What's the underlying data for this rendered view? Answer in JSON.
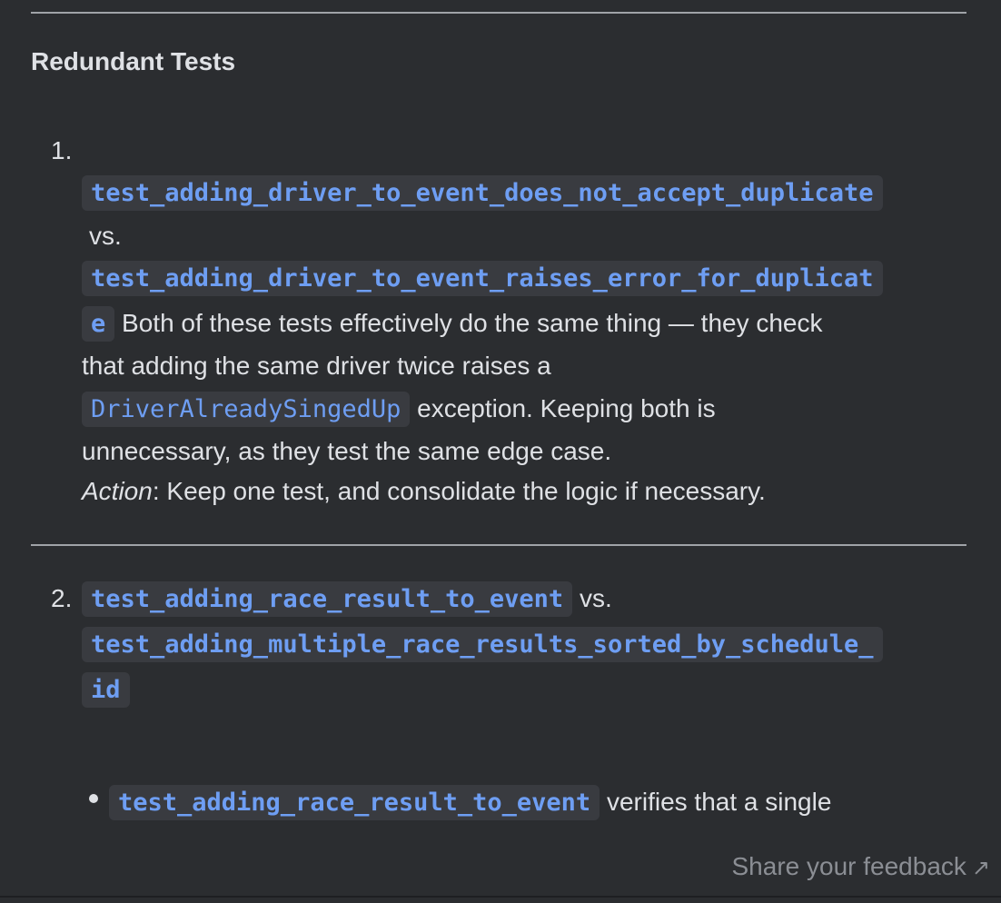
{
  "section": {
    "title": "Redundant Tests"
  },
  "items": [
    {
      "number": "1.",
      "code_a": "test_adding_driver_to_event_does_not_accept_duplicate",
      "vs": "vs.",
      "code_b_part1": "test_adding_driver_to_event_raises_error_for_duplicat",
      "code_b_part2": "e",
      "desc_line1": " Both of these tests effectively do the same thing — they check",
      "desc_line2": "that adding the same driver twice raises a",
      "exception_code": "DriverAlreadySingedUp",
      "desc_line3_after": " exception. Keeping both is",
      "desc_line4": "unnecessary, as they test the same edge case.",
      "action_label": "Action",
      "action_text": ": Keep one test, and consolidate the logic if necessary."
    },
    {
      "number": "2.",
      "code_a": "test_adding_race_result_to_event",
      "vs": " vs.",
      "code_b_part1": "test_adding_multiple_race_results_sorted_by_schedule_",
      "code_b_part2": "id",
      "bullet_code": "test_adding_race_result_to_event",
      "bullet_text": " verifies that a single"
    }
  ],
  "footer": {
    "feedback_label": "Share your feedback",
    "feedback_icon": "arrow-up-right-icon"
  }
}
